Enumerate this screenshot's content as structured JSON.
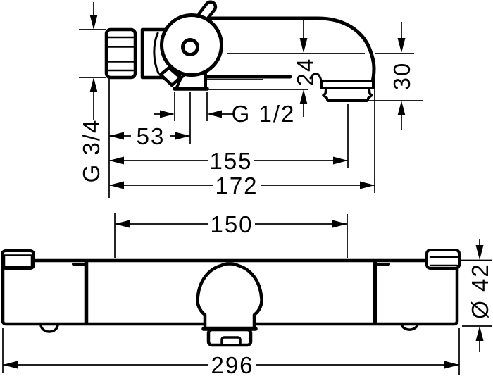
{
  "colors": {
    "ink": "#000000",
    "paper": "#ffffff"
  },
  "side_view": {
    "dims": {
      "g34": "G 3/4",
      "d53": "53",
      "g12": "G 1/2",
      "d155": "155",
      "d172": "172",
      "d24": "24",
      "d30": "30"
    }
  },
  "front_view": {
    "dims": {
      "d150": "150",
      "d296": "296",
      "d42": "Ø 42"
    }
  }
}
